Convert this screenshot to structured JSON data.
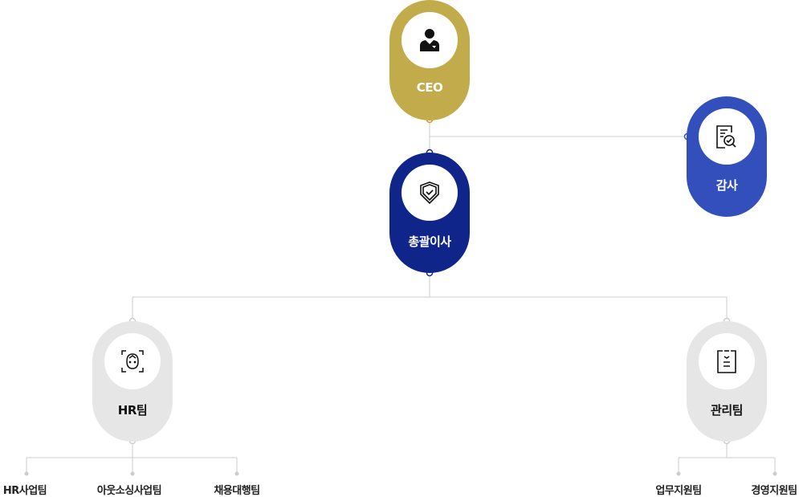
{
  "colors": {
    "ceo": "#c2ab4a",
    "director": "#10258a",
    "audit": "#334fbb",
    "team": "#e6e6e6",
    "line": "#cccccc",
    "dot_ceo": "#f08a1c"
  },
  "nodes": {
    "ceo": {
      "label": "CEO",
      "icon": "businessman-icon"
    },
    "director": {
      "label": "총괄이사",
      "icon": "shield-check-icon"
    },
    "audit": {
      "label": "감사",
      "icon": "document-search-icon"
    },
    "hr": {
      "label": "HR팀",
      "icon": "face-scan-icon"
    },
    "admin": {
      "label": "관리팀",
      "icon": "clipboard-icon"
    }
  },
  "hr_subteams": [
    "HR사업팀",
    "아웃소싱사업팀",
    "채용대행팀"
  ],
  "admin_subteams": [
    "업무지원팀",
    "경영지원팀"
  ]
}
